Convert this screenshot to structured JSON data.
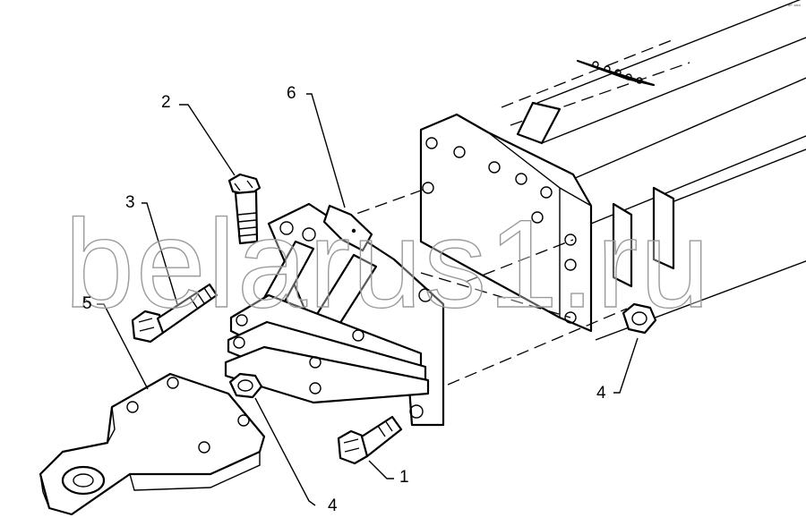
{
  "watermark": "belarus1.ru",
  "corner_mark": "ᵃᴾ ᵒᵒᵒ",
  "callouts": [
    {
      "id": "1",
      "text": "1"
    },
    {
      "id": "2",
      "text": "2"
    },
    {
      "id": "3",
      "text": "3"
    },
    {
      "id": "4a",
      "text": "4"
    },
    {
      "id": "4b",
      "text": "4"
    },
    {
      "id": "5",
      "text": "5"
    },
    {
      "id": "6",
      "text": "6"
    }
  ],
  "parts": {
    "bolt": "bolt",
    "nut": "nut",
    "bracket": "bracket",
    "drawbar": "drawbar",
    "plate": "plate"
  }
}
